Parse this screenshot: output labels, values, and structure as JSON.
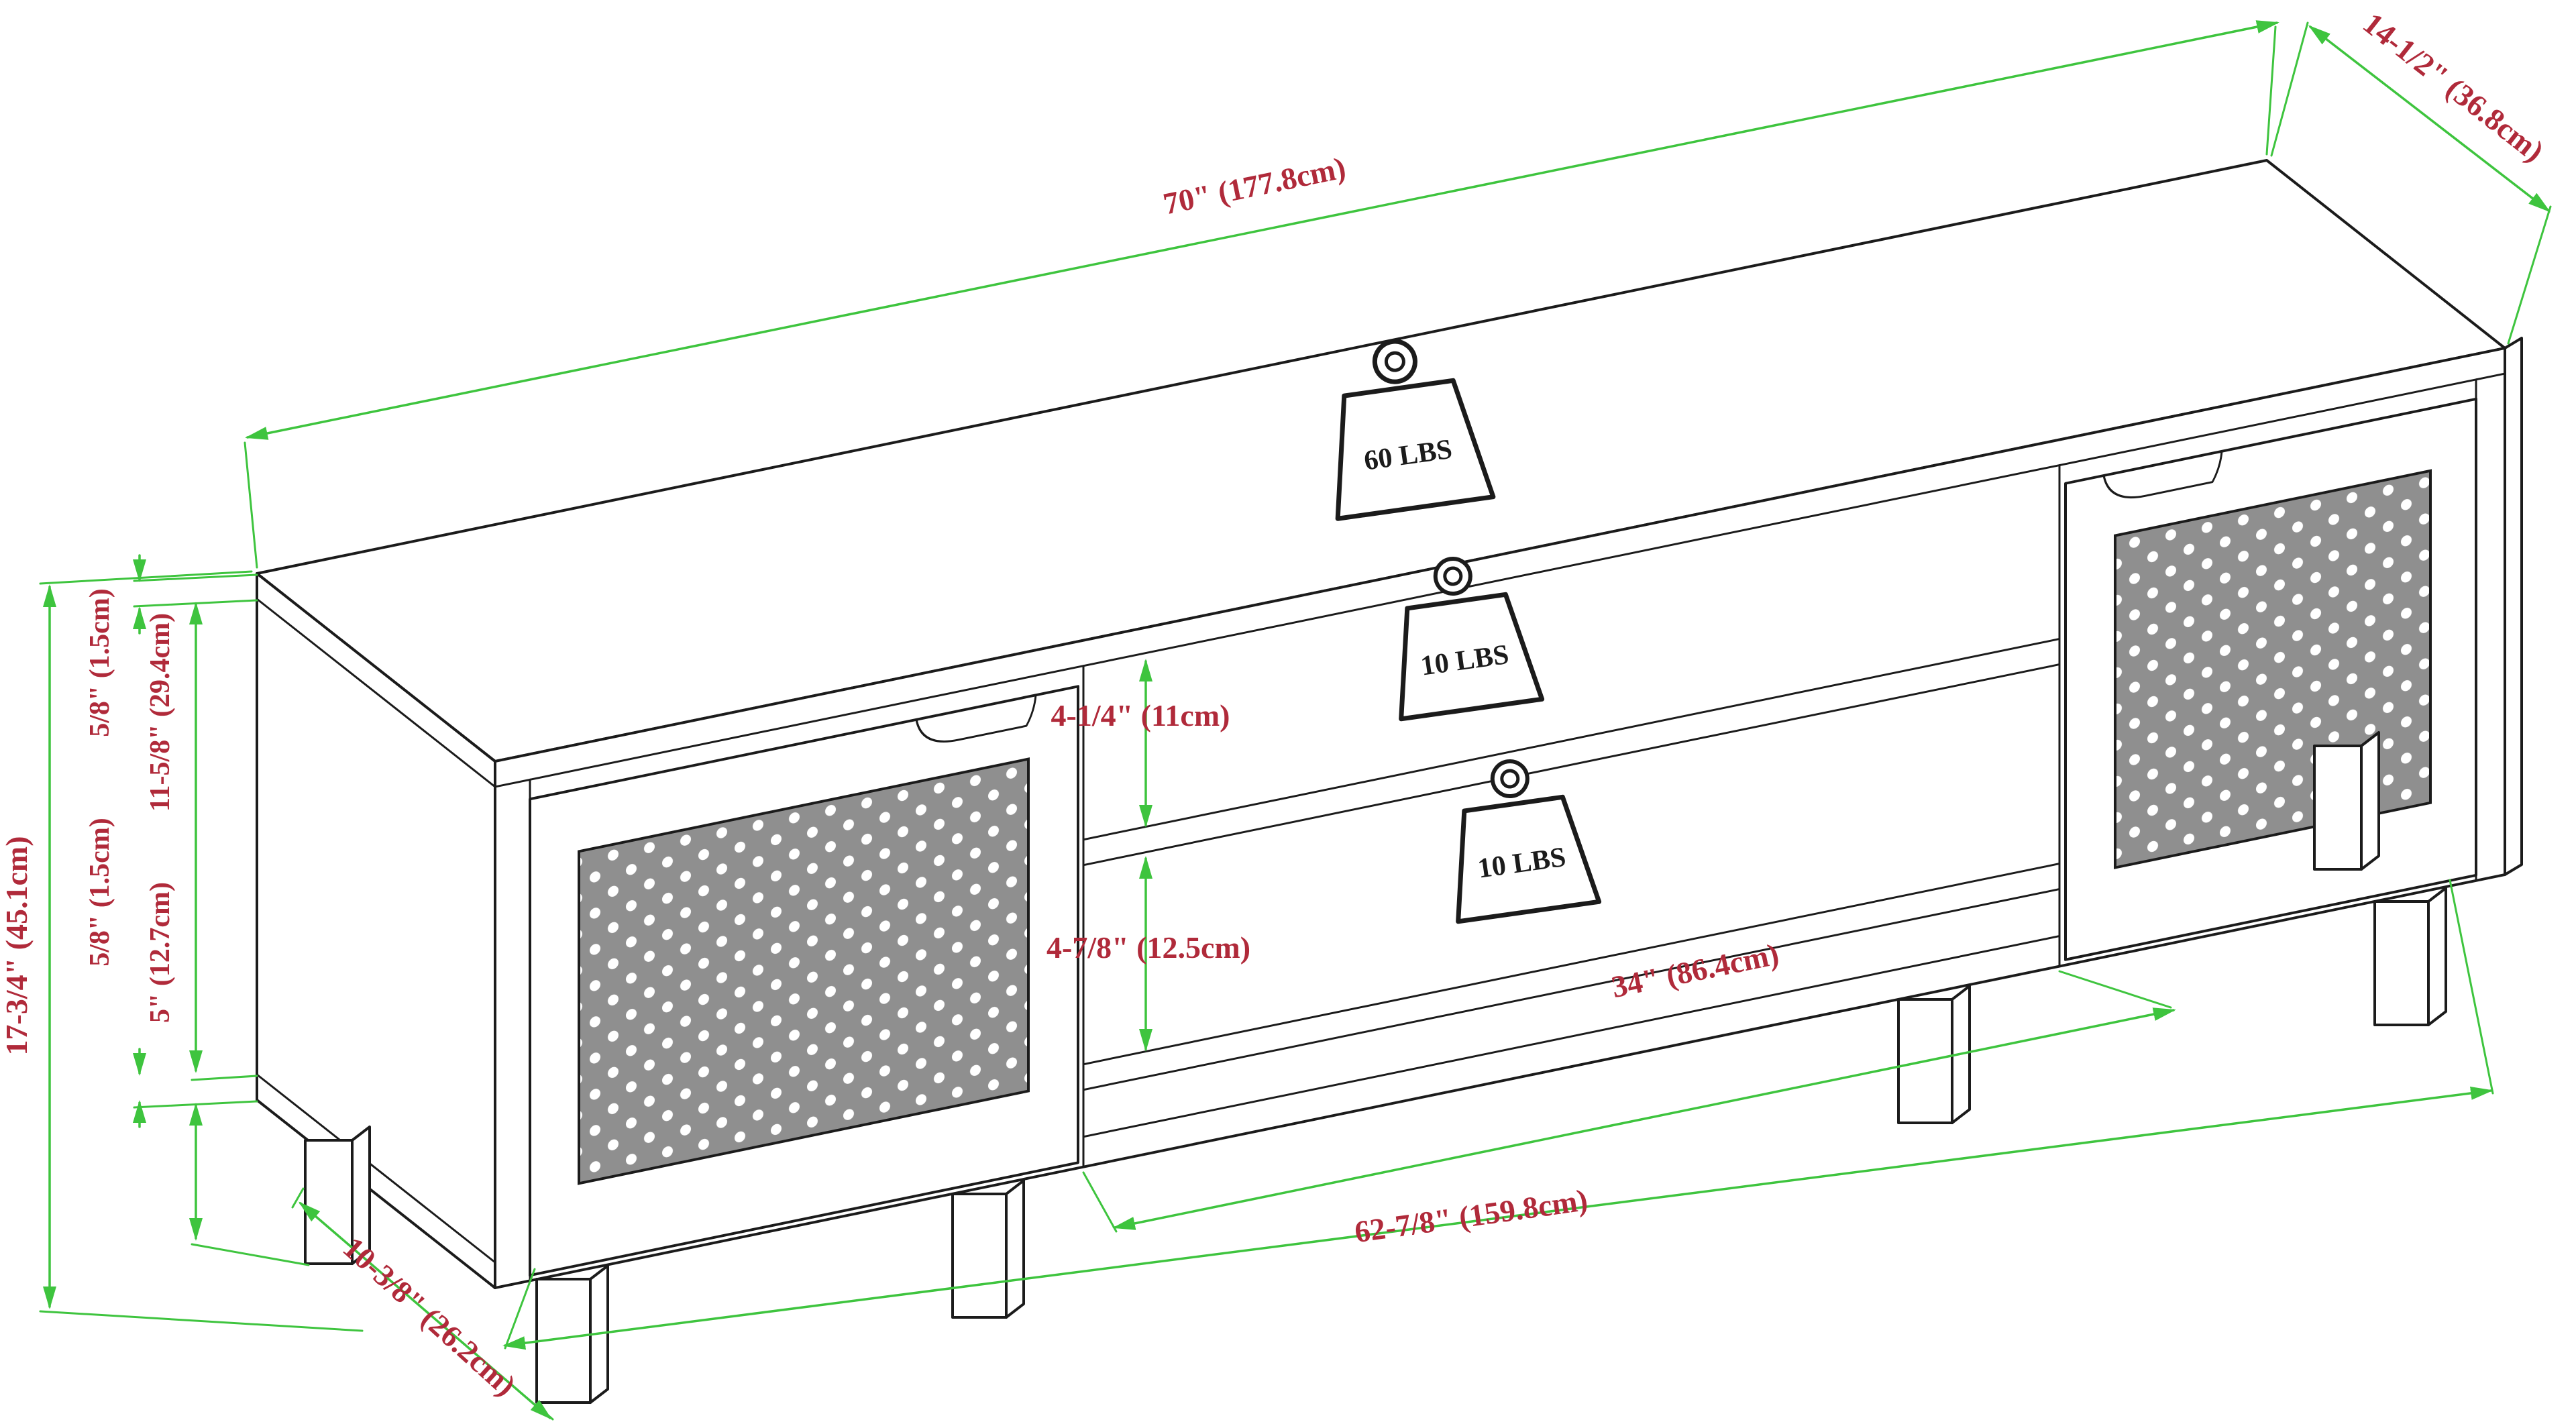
{
  "figure": {
    "type": "furniture-dimension-diagram",
    "subject": "TV stand with two cane-pattern doors, open middle shelves and tapered legs"
  },
  "dims": {
    "width": "70\" (177.8cm)",
    "depth": "14-1/2\" (36.8cm)",
    "height": "17-3/4\" (45.1cm)",
    "top_panel": "5/8\" (1.5cm)",
    "side_interior": "11-5/8\" (29.4cm)",
    "bottom_panel": "5/8\" (1.5cm)",
    "leg_height": "5\" (12.7cm)",
    "upper_gap": "4-1/4\" (11cm)",
    "lower_gap": "4-7/8\" (12.5cm)",
    "opening_width": "34\" (86.4cm)",
    "interior_width": "62-7/8\" (159.8cm)",
    "leg_depth": "10-3/8\" (26.2cm)"
  },
  "weights": {
    "top_surface": "60 LBS",
    "upper_shelf": "10 LBS",
    "lower_shelf": "10 LBS"
  },
  "colors": {
    "dimension_line": "#3ec43e",
    "dimension_text": "#b02a3a",
    "outline": "#1b1b1b",
    "cane_panel": "#8f8f8f",
    "background": "#ffffff"
  }
}
